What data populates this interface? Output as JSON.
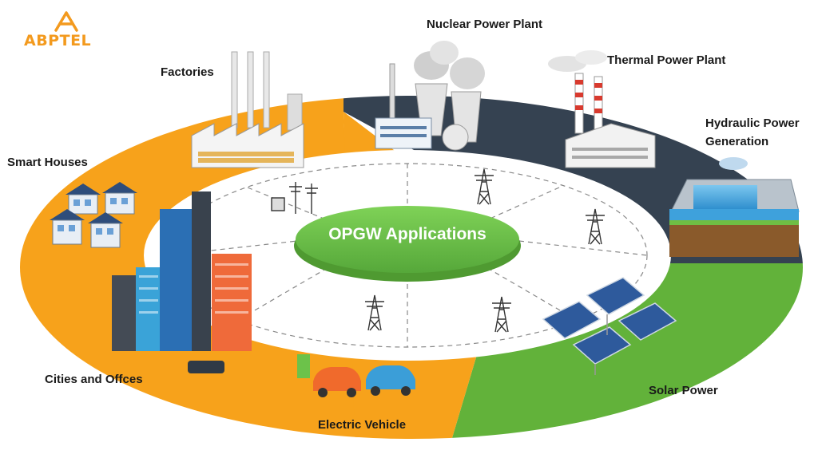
{
  "logo": {
    "text": "ABPTEL",
    "icon": "a-triangle-logo"
  },
  "center": {
    "title": "OPGW Applications"
  },
  "labels": {
    "nuclear": "Nuclear Power Plant",
    "factories": "Factories",
    "thermal": "Thermal Power Plant",
    "hydraulic_line1": "Hydraulic Power",
    "hydraulic_line2": "Generation",
    "smart_houses": "Smart Houses",
    "cities": "Cities and Offces",
    "electric_vehicle": "Electric Vehicle",
    "solar": "Solar Power"
  },
  "colors": {
    "ring_orange": "#f7a21b",
    "ring_dark": "#354251",
    "ring_green": "#62b23a",
    "center_green": "#6cc24a",
    "brand": "#f39a1e"
  }
}
